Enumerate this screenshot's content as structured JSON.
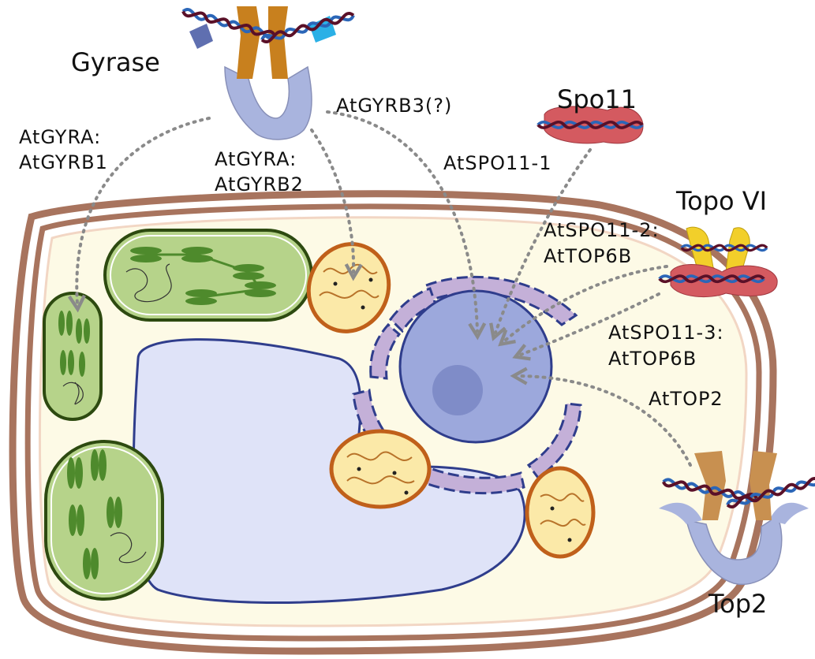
{
  "labels": {
    "gyrase": "Gyrase",
    "spo11": "Spo11",
    "topo6": "Topo VI",
    "top2": "Top2",
    "gyra1_a": "AtGYRA:",
    "gyra1_b": "AtGYRB1",
    "gyra2_a": "AtGYRA:",
    "gyra2_b": "AtGYRB2",
    "gyrb3": "AtGYRB3(?)",
    "spo11_1": "AtSPO11-1",
    "spo11_2a": "AtSPO11-2:",
    "spo11_2b": "AtTOP6B",
    "spo11_3a": "AtSPO11-3:",
    "spo11_3b": "AtTOP6B",
    "attop2": "AtTOP2"
  },
  "colors": {
    "cell_wall": "#a8745e",
    "cytoplasm": "#fdfae6",
    "vacuole": "#dfe3f8",
    "nucleus": "#9ca8dc",
    "chloroplast": "#b6d38a",
    "thylakoid": "#4e8a2c",
    "mitochondrion": "#e9963a",
    "er": "#c4b0d8",
    "dna_blue": "#2b66b8",
    "dna_dark": "#5a1028",
    "gyrase_orange": "#c8801e",
    "spo11_red": "#d45a60",
    "topo6_yellow": "#f2cf2a",
    "enzyme_base": "#a9b4de"
  }
}
